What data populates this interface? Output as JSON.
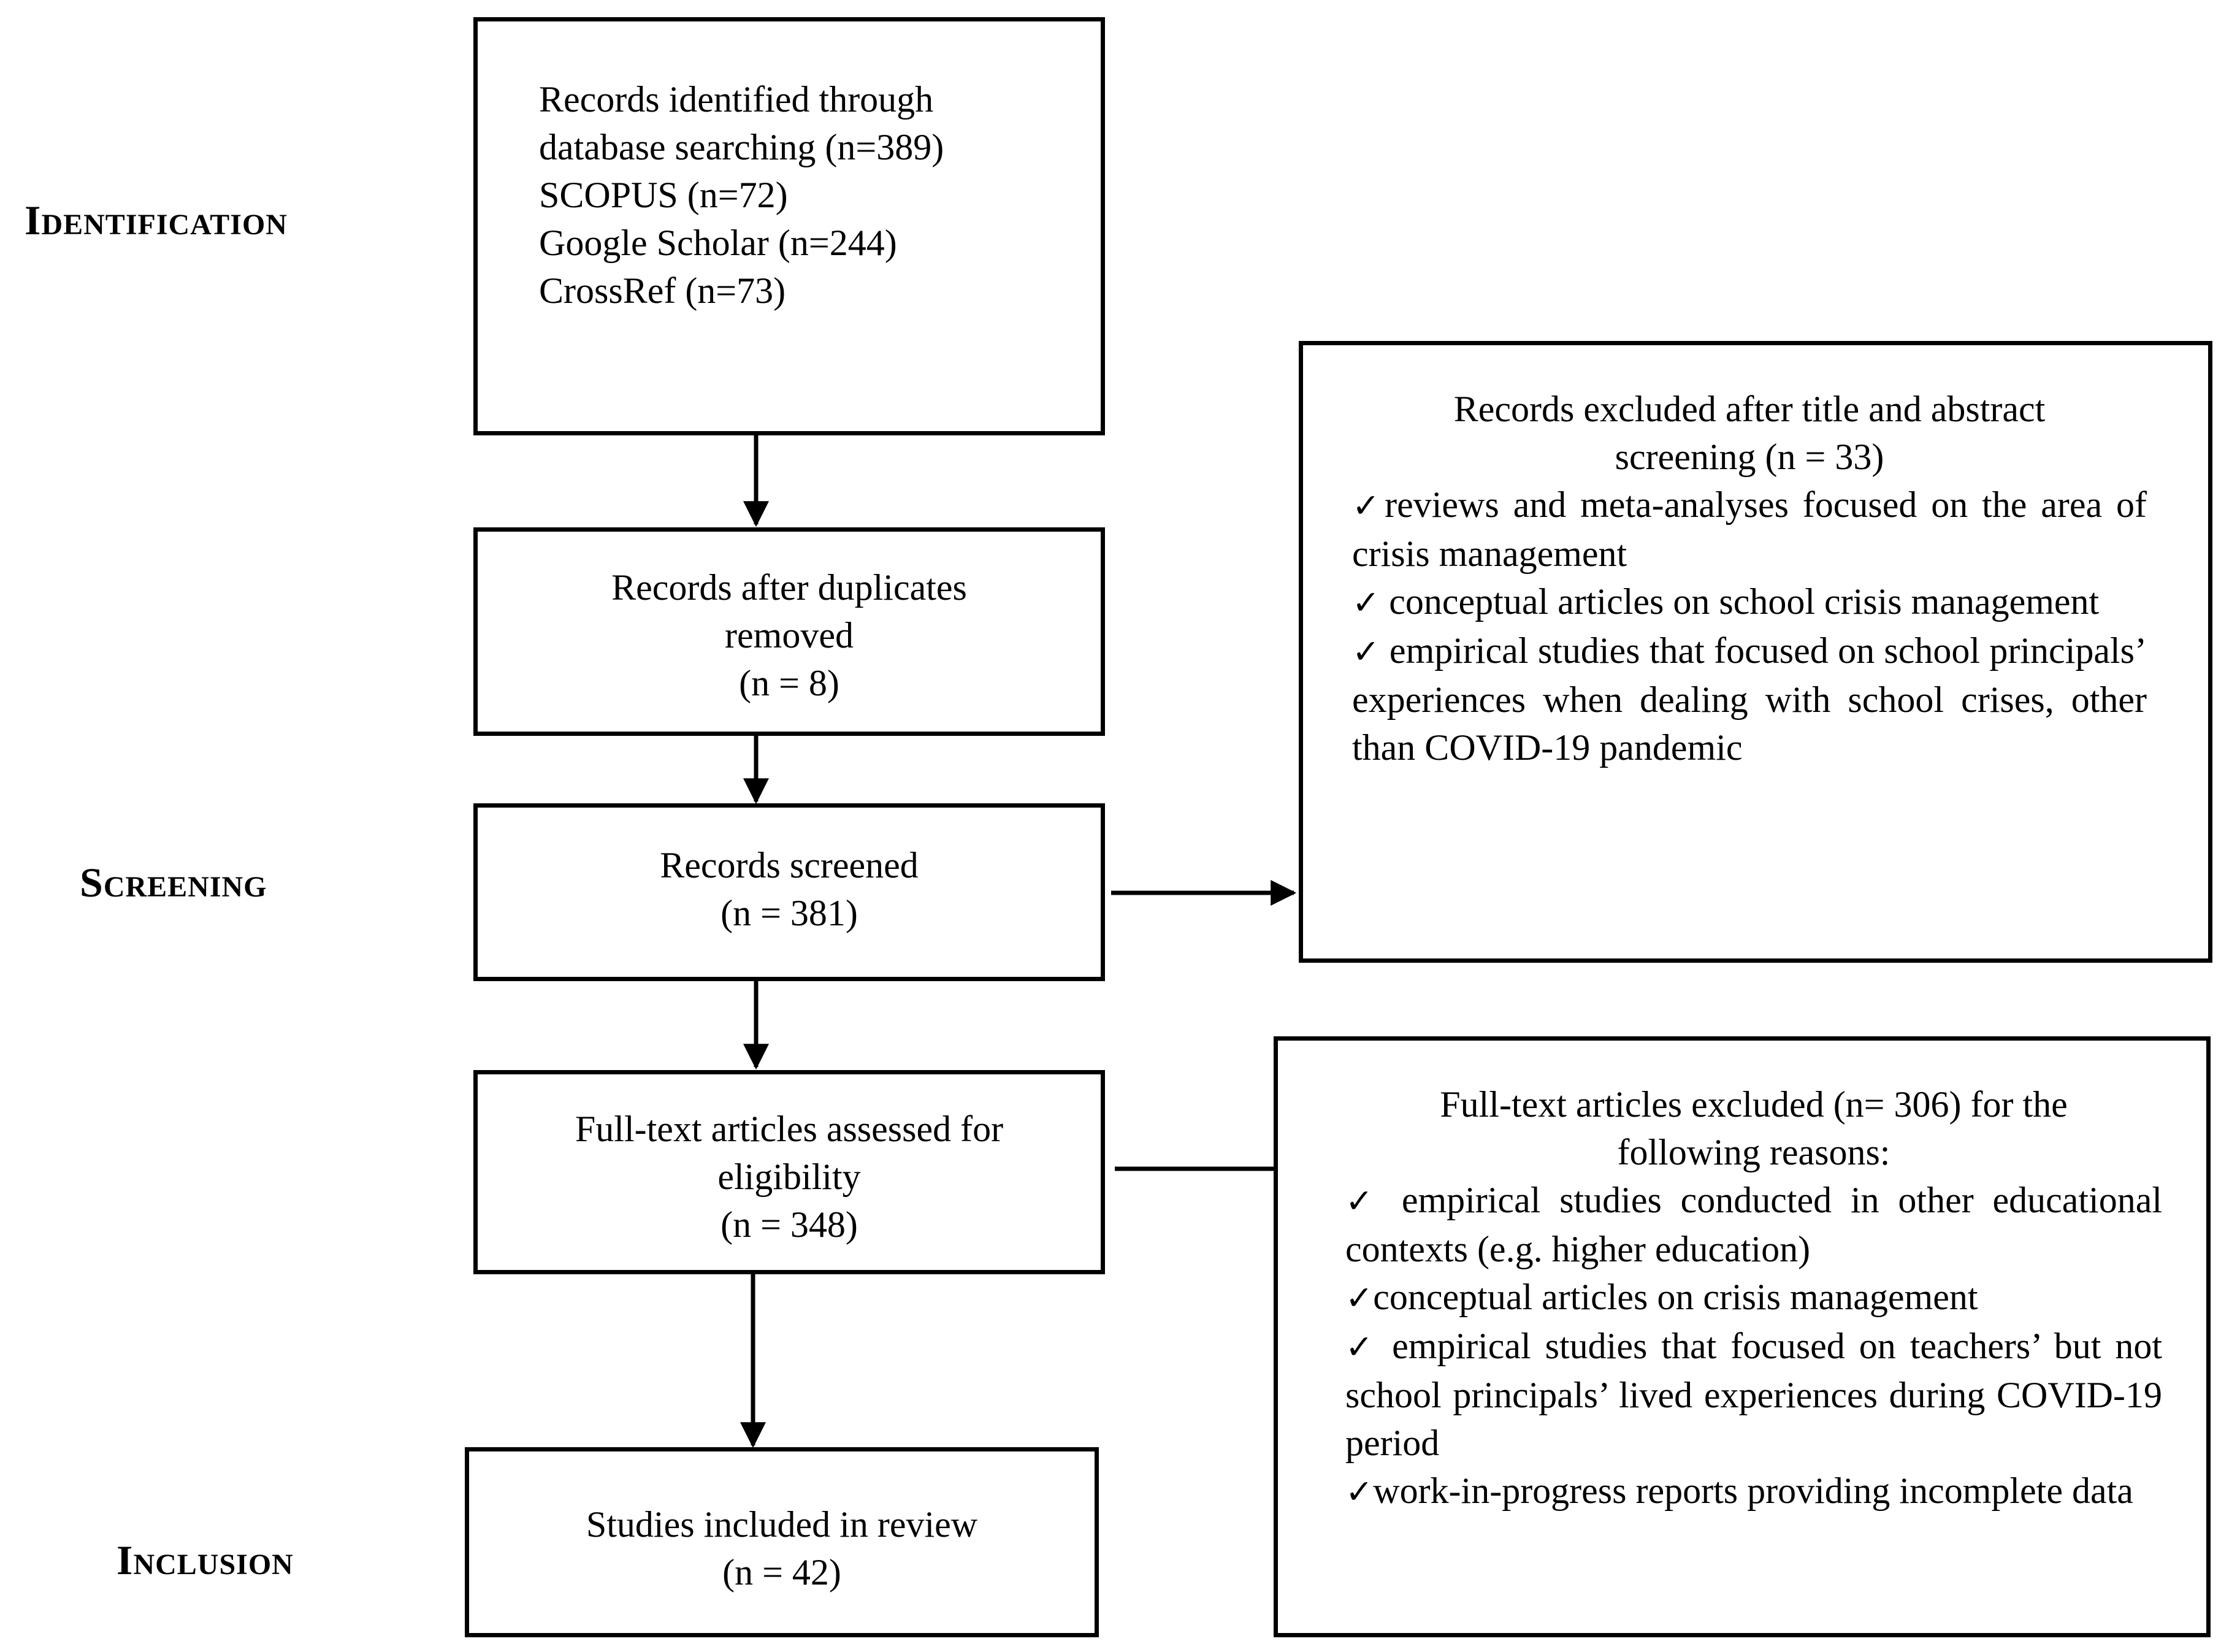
{
  "stages": {
    "identification": "Identification",
    "screening": "Screening",
    "inclusion": "Inclusion"
  },
  "boxes": {
    "identified": {
      "lines": [
        "Records identified through",
        "database searching (n=389)",
        "SCOPUS (n=72)",
        "Google Scholar (n=244)",
        "CrossRef (n=73)"
      ]
    },
    "duplicates": {
      "lines": [
        "Records after duplicates",
        "removed",
        "(n = 8)"
      ]
    },
    "screened": {
      "lines": [
        "Records screened",
        "(n = 381)"
      ]
    },
    "fulltext": {
      "lines": [
        "Full-text articles assessed for",
        "eligibility",
        "(n = 348)"
      ]
    },
    "included": {
      "lines": [
        "Studies included in review",
        "(n = 42)"
      ]
    },
    "excluded_screening": {
      "heading": [
        "Records excluded after title and abstract",
        "screening (n = 33)"
      ],
      "reasons": [
        "reviews and meta-analyses focused on the area of crisis management",
        " conceptual articles on school crisis management",
        " empirical studies that focused on school principals’ experiences when dealing with school crises, other than COVID-19 pandemic"
      ]
    },
    "excluded_fulltext": {
      "heading": [
        "Full-text articles excluded (n= 306) for the",
        "following reasons:"
      ],
      "reasons": [
        " empirical studies conducted in other educational contexts (e.g. higher education)",
        "conceptual articles on crisis management",
        " empirical studies that focused on teachers’ but not school principals’ lived experiences during COVID-19 period",
        "work-in-progress reports providing incomplete data"
      ]
    }
  },
  "checkmark_symbol": "✓",
  "colors": {
    "line": "#000000",
    "background": "#ffffff"
  }
}
